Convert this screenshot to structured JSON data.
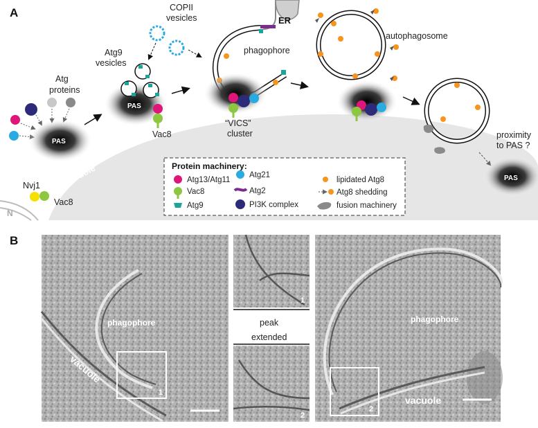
{
  "panel_a": {
    "letter": "A",
    "labels": {
      "atg_proteins_1": "Atg",
      "atg_proteins_2": "proteins",
      "pas": "PAS",
      "atg9_vesicles_1": "Atg9",
      "atg9_vesicles_2": "vesicles",
      "copii_1": "COPII",
      "copii_2": "vesicles",
      "vac8": "Vac8",
      "er": "ER",
      "phagophore": "phagophore",
      "vics_1": "“VICS”",
      "vics_2": "cluster",
      "autophagosome": "autophagosome",
      "proximity_1": "proximity",
      "proximity_2": "to PAS ?",
      "vacuole": "vacuole",
      "nvj1": "Nvj1",
      "n": "N",
      "vac8_nvj": "Vac8"
    },
    "legend": {
      "title": "Protein machinery:",
      "items": [
        {
          "label": "Atg13/Atg11",
          "color": "#e0157a"
        },
        {
          "label": "Vac8",
          "color": "#8dc63f"
        },
        {
          "label": "Atg9",
          "color": "#1aa59a"
        },
        {
          "label": "Atg21",
          "color": "#29abe2"
        },
        {
          "label": "Atg2",
          "color": "#7b2d8e"
        },
        {
          "label": "PI3K complex",
          "color": "#2e2a7a"
        },
        {
          "label": "lipidated Atg8",
          "color": "#f7941d"
        },
        {
          "label": "Atg8 shedding",
          "color": "#f7941d"
        },
        {
          "label": "fusion machinery",
          "color": "#8a8a8a"
        }
      ]
    }
  },
  "panel_b": {
    "letter": "B",
    "left_phagophore": "phagophore",
    "left_vacuole": "vacuole",
    "left_box_num": "1",
    "inset_top_num": "1",
    "inset_bottom_num": "2",
    "peak": "peak",
    "extended": "extended",
    "right_phagophore": "phagophore",
    "right_vacuole": "vacuole",
    "right_box_num": "2"
  }
}
